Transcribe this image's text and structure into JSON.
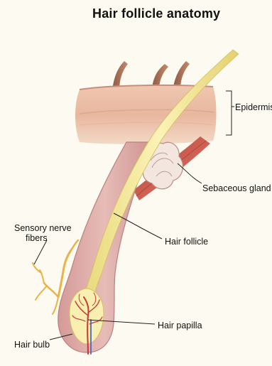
{
  "title": "Hair follicle anatomy",
  "labels": {
    "epidermis": "Epidermis",
    "sebaceous_gland": "Sebaceous gland",
    "sensory_nerve_line1": "Sensory nerve",
    "sensory_nerve_line2": "fibers",
    "hair_follicle": "Hair follicle",
    "hair_papilla": "Hair papilla",
    "hair_bulb": "Hair bulb"
  },
  "colors": {
    "background": "#fdfbf1",
    "skin": "#e8b79e",
    "follicle_sheath": "#d9a9a6",
    "hair_shaft": "#f6eb9a",
    "muscle": "#c9574a",
    "nerve": "#e9b347",
    "blood_red": "#c83636",
    "blood_blue": "#4c67b8"
  }
}
